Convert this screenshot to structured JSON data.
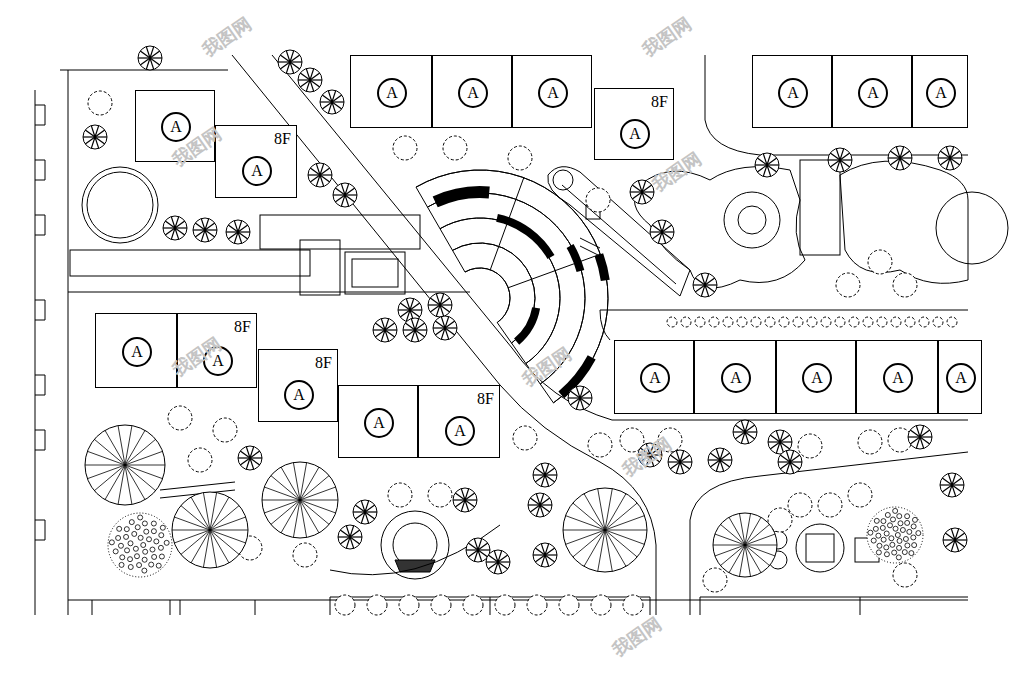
{
  "diagram": {
    "nodes": [
      {
        "text": [
          "A"
        ]
      },
      {
        "text": [
          "A"
        ]
      },
      {
        "text": [
          "A"
        ]
      },
      {
        "text": [
          "A",
          "8F"
        ]
      },
      {
        "text": [
          "A"
        ]
      },
      {
        "text": [
          "A"
        ]
      },
      {
        "text": [
          "A"
        ]
      },
      {
        "text": [
          "A"
        ]
      },
      {
        "text": [
          "A",
          "8F"
        ]
      },
      {
        "text": [
          "A"
        ]
      },
      {
        "text": [
          "A",
          "8F"
        ]
      },
      {
        "text": [
          "A",
          "8F"
        ]
      },
      {
        "text": [
          "A"
        ]
      },
      {
        "text": [
          "A",
          "8F"
        ]
      },
      {
        "text": [
          "A"
        ]
      },
      {
        "text": [
          "A"
        ]
      },
      {
        "text": [
          "A"
        ]
      },
      {
        "text": [
          "A"
        ]
      },
      {
        "text": [
          "A"
        ]
      }
    ],
    "labels": [
      "我图网",
      "我图网",
      "我图网",
      "我图网",
      "我图网",
      "我图网",
      "我图网",
      "我图网"
    ]
  }
}
